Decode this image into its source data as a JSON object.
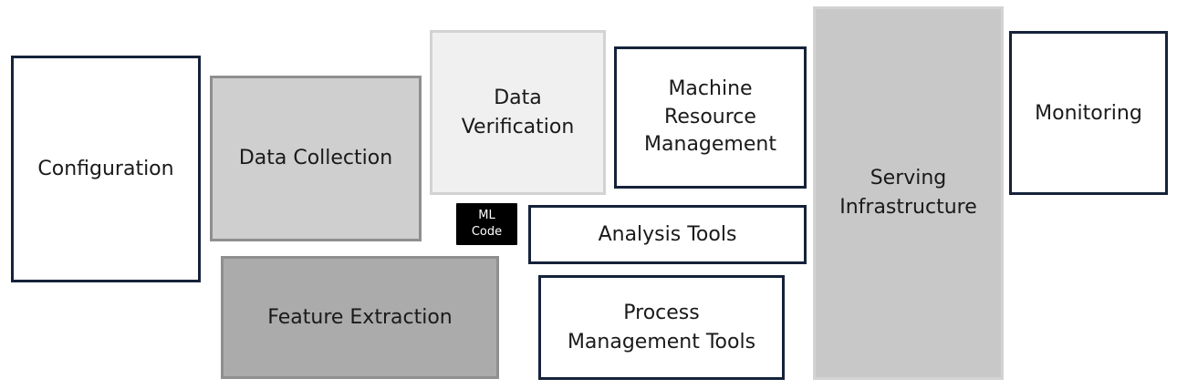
{
  "diagram": {
    "components": {
      "configuration": "Configuration",
      "data_collection": "Data Collection",
      "feature_extraction": "Feature Extraction",
      "data_verification": "Data\nVerification",
      "ml_code": "ML\nCode",
      "machine_resource_management": "Machine\nResource\nManagement",
      "analysis_tools": "Analysis Tools",
      "process_management_tools": "Process\nManagement Tools",
      "serving_infrastructure": "Serving\nInfrastructure",
      "monitoring": "Monitoring"
    },
    "colors": {
      "dark_border": "#15223a",
      "grey_fill": "#cfcfcf",
      "dark_grey_fill": "#ababab",
      "light_grey_fill": "#f0f0f0",
      "ml_code_fill": "#000000"
    }
  }
}
